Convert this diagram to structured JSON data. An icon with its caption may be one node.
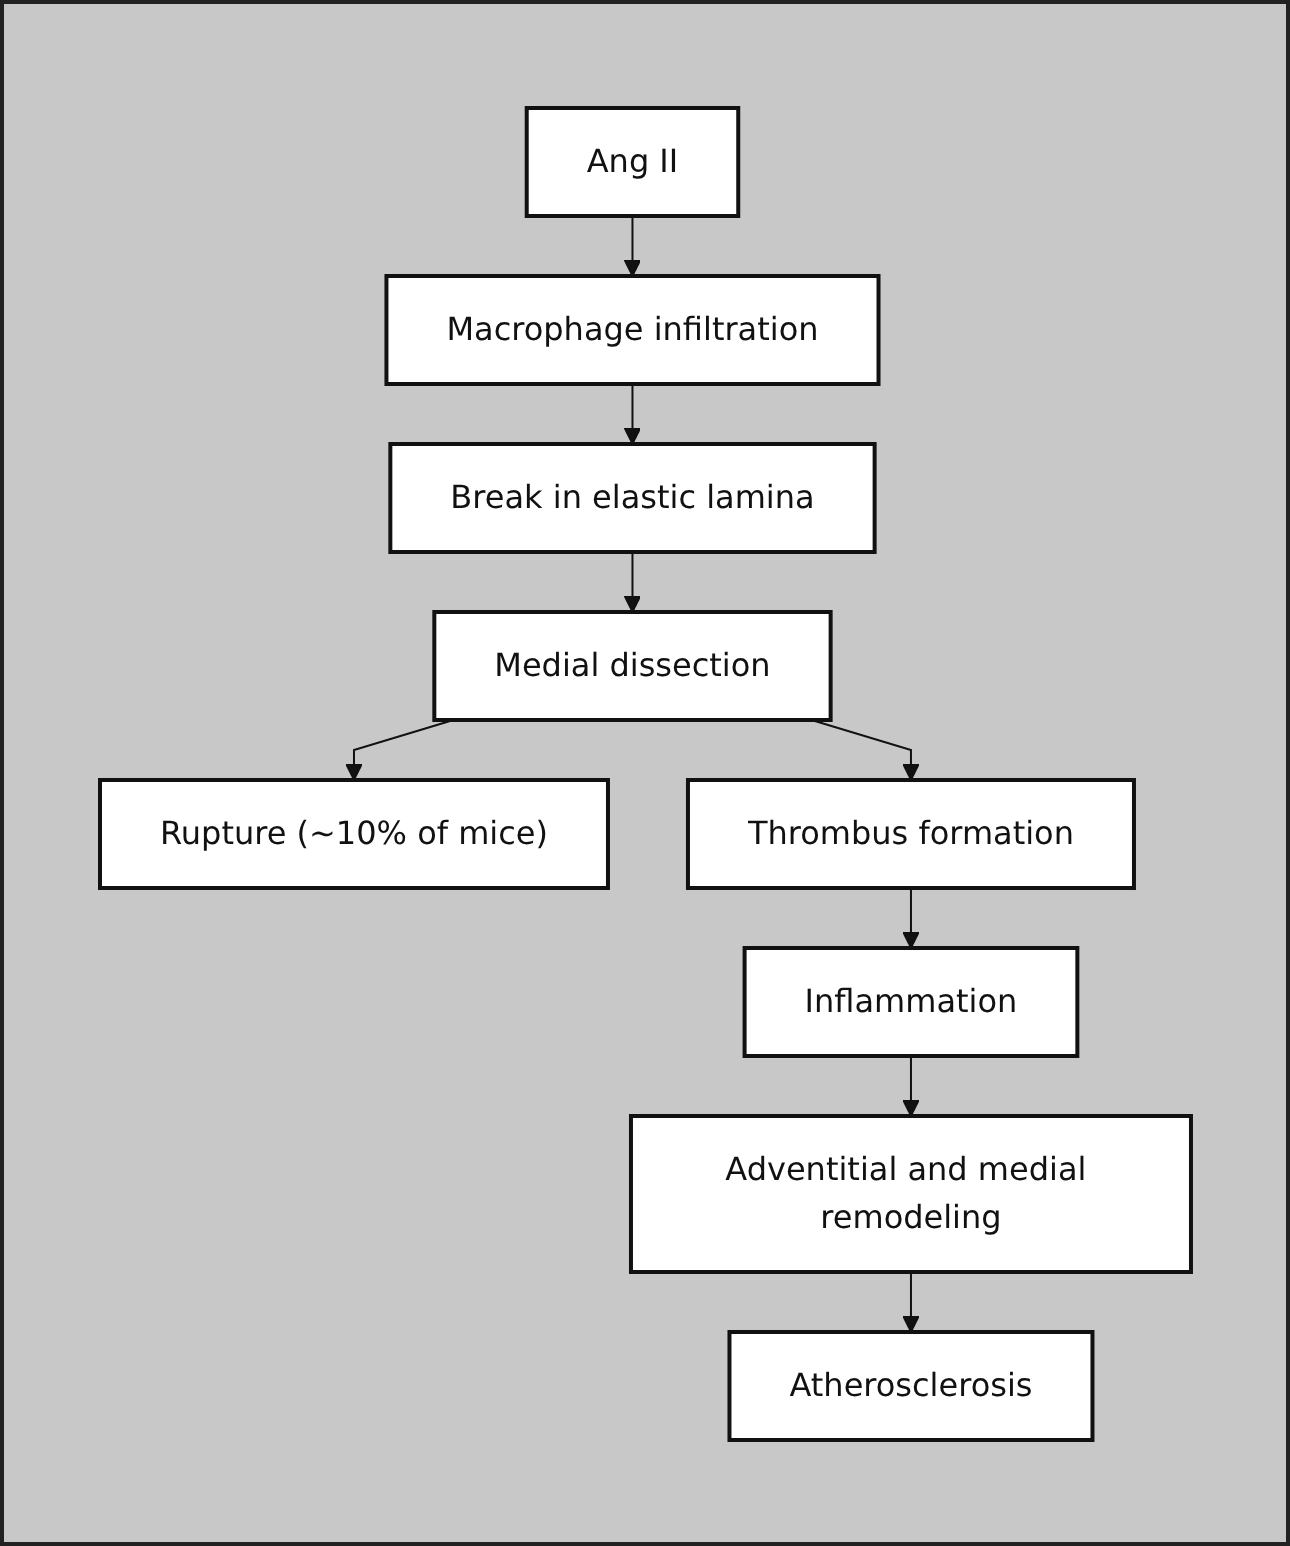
{
  "diagram": {
    "nodes": [
      {
        "text": [
          "Ang II"
        ]
      },
      {
        "text": [
          "Macrophage infiltration"
        ]
      },
      {
        "text": [
          "Break in elastic lamina"
        ]
      },
      {
        "text": [
          "Medial dissection"
        ]
      },
      {
        "text": [
          "Rupture (~10% of mice)"
        ]
      },
      {
        "text": [
          "Thrombus formation"
        ]
      },
      {
        "text": [
          "Inflammation"
        ]
      },
      {
        "text": [
          "Adventitial and medial remodeling"
        ]
      },
      {
        "text": [
          "Atherosclerosis"
        ]
      }
    ],
    "edges": [
      {
        "from": 0,
        "to": 1,
        "arrow": "to"
      },
      {
        "from": 1,
        "to": 2,
        "arrow": "to"
      },
      {
        "from": 2,
        "to": 3,
        "arrow": "to"
      },
      {
        "from": 3,
        "to": 4,
        "arrow": "to"
      },
      {
        "from": 3,
        "to": 5,
        "arrow": "to"
      },
      {
        "from": 5,
        "to": 6,
        "arrow": "to"
      },
      {
        "from": 6,
        "to": 7,
        "arrow": "to"
      },
      {
        "from": 7,
        "to": 8,
        "arrow": "to"
      }
    ]
  }
}
